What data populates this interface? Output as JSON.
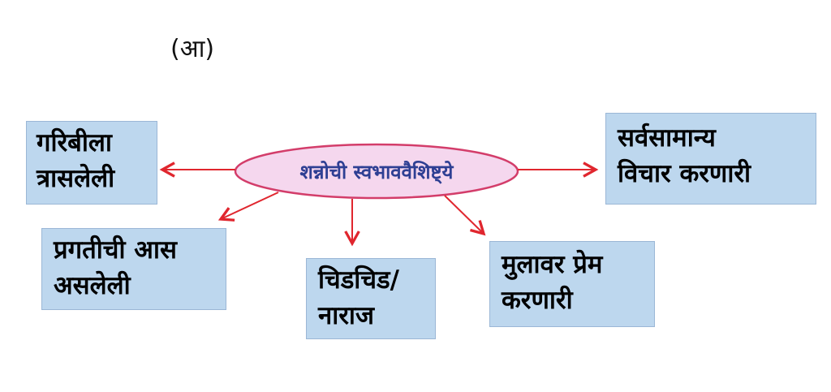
{
  "label": "(आ)",
  "center": "शन्नोची स्वभाववैशिष्ट्ये",
  "boxes": {
    "b1": [
      "गरिबीला",
      "त्रासलेली"
    ],
    "b2": [
      "सर्वसामान्य",
      "विचार करणारी"
    ],
    "b3": [
      "प्रगतीची आस",
      "असलेली"
    ],
    "b4": [
      "चिडचिड/",
      "नाराज"
    ],
    "b5": [
      "मुलावर प्रेम",
      "करणारी"
    ]
  },
  "colors": {
    "box_fill": "#bdd7ee",
    "ellipse_fill": "#f5d7ee",
    "ellipse_stroke": "#d33d6a",
    "arrow": "#e0262e",
    "center_text": "#2e3f93"
  }
}
